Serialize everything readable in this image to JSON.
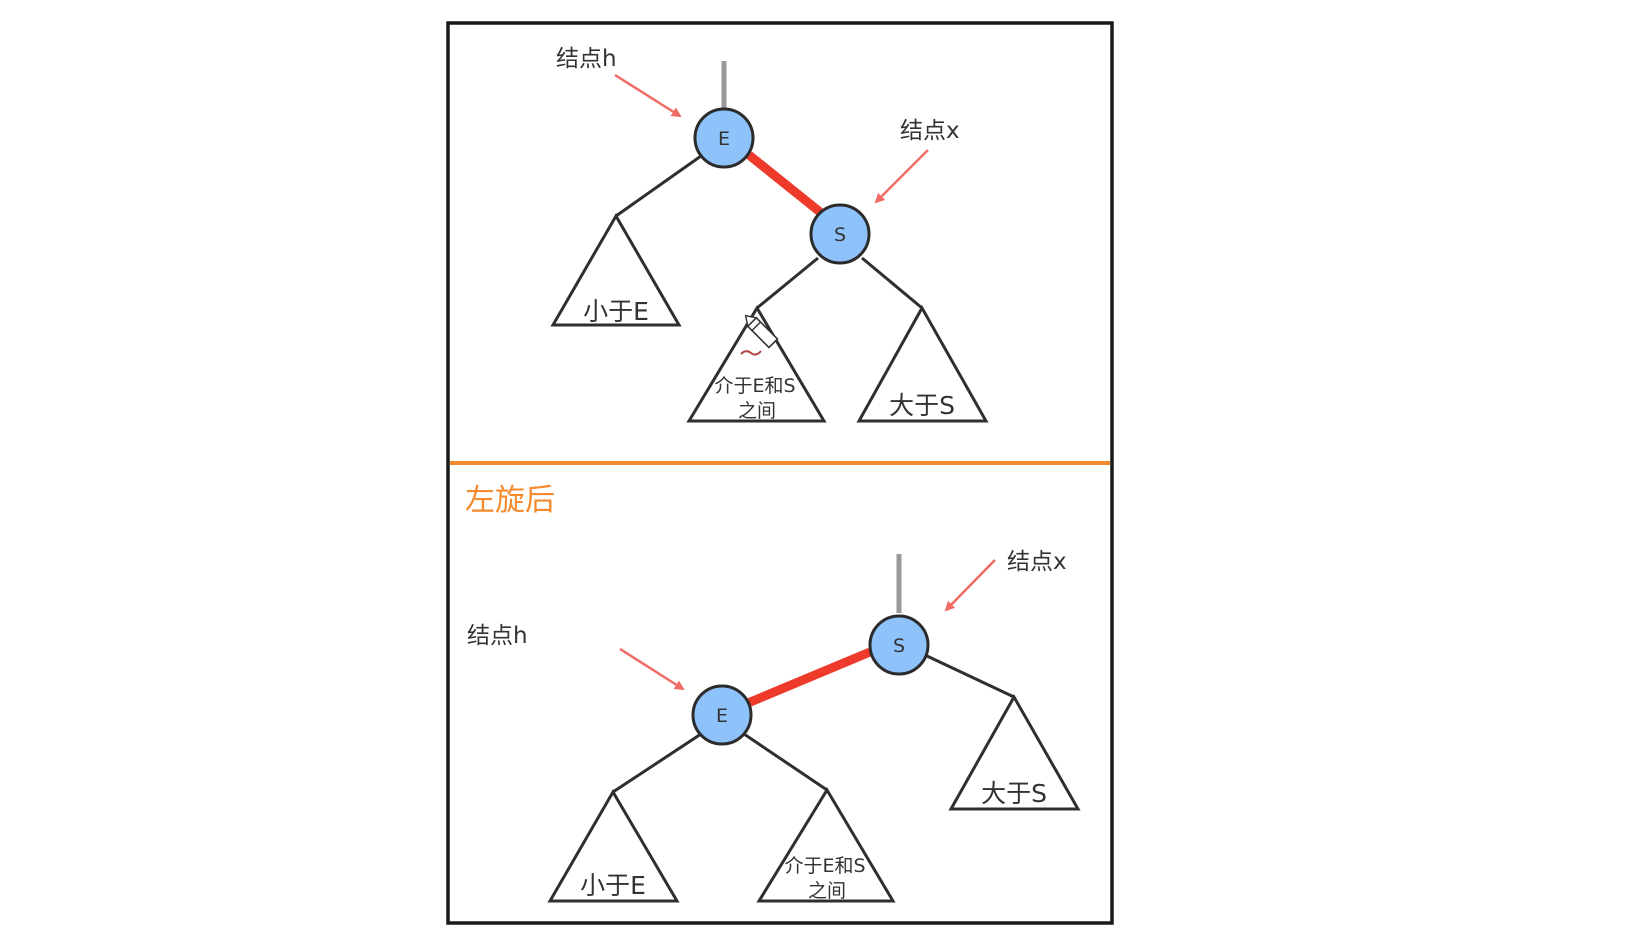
{
  "colors": {
    "frame": "#1a1a1a",
    "divider": "#f58a2e",
    "caption": "#f58a2e",
    "node_fill": "#8ec2fb",
    "node_stroke": "#2b2b2b",
    "red_link": "#ee3a2a",
    "arrow": "#f06b63",
    "stem": "#9a9a9a",
    "line": "#2f2f2f",
    "text": "#333333"
  },
  "before": {
    "label_h": "结点h",
    "label_x": "结点x",
    "node_e": "E",
    "node_s": "S",
    "subtree_lt_e": "小于E",
    "subtree_between_l1": "介于E和S",
    "subtree_between_l2": "之间",
    "subtree_gt_s": "大于S"
  },
  "after": {
    "caption": "左旋后",
    "label_h": "结点h",
    "label_x": "结点x",
    "node_e": "E",
    "node_s": "S",
    "subtree_lt_e": "小于E",
    "subtree_between_l1": "介于E和S",
    "subtree_between_l2": "之间",
    "subtree_gt_s": "大于S"
  }
}
